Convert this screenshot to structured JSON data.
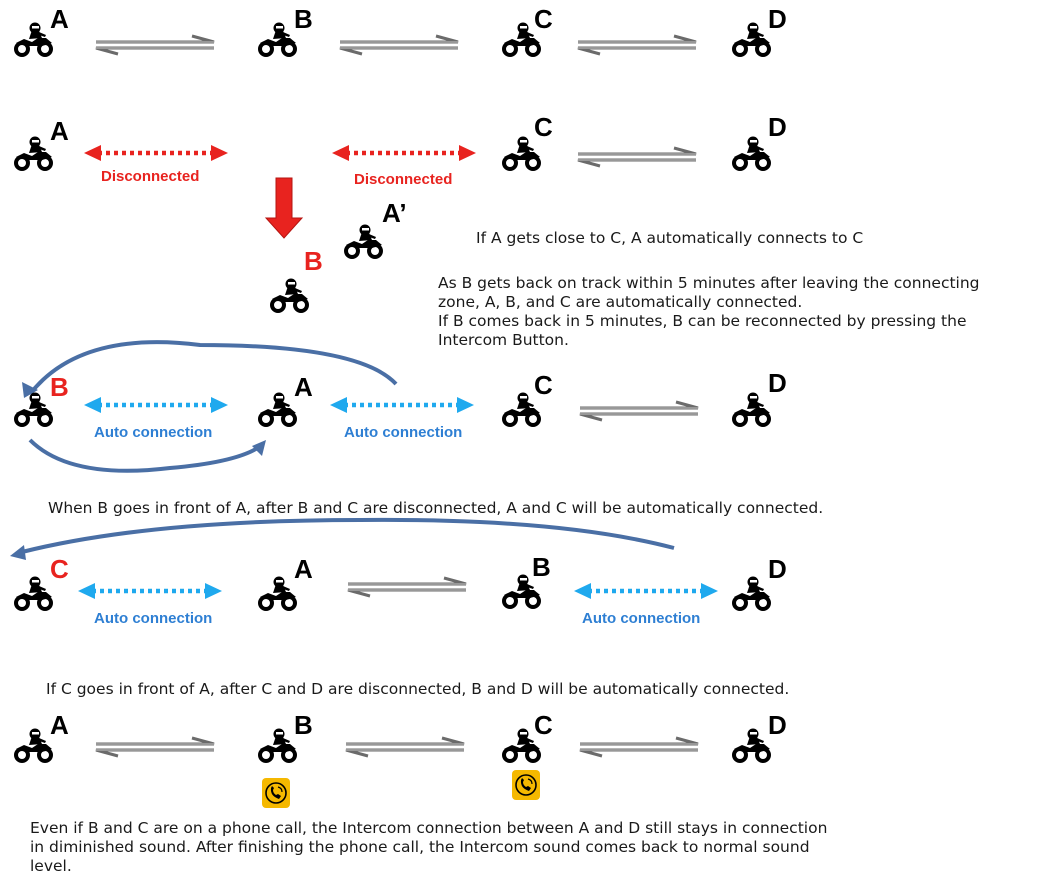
{
  "riders": {
    "A": "A",
    "B": "B",
    "C": "C",
    "D": "D",
    "A_prime": "A’"
  },
  "labels": {
    "disconnected": "Disconnected",
    "auto_connection": "Auto connection"
  },
  "captions": {
    "a_close_to_c": "If A gets close to C, A automatically connects to C",
    "b_back_on_track": "As B gets back on track within 5 minutes after leaving the connecting\nzone, A, B, and C are automatically connected.\nIf B comes back in 5 minutes, B can be reconnected by pressing the\nIntercom Button.",
    "b_in_front": "When B goes in front of A, after B and C are disconnected, A and C will be automatically connected.",
    "c_in_front": "If C goes in front of A, after C and D are disconnected, B and D will be automatically connected.",
    "phone_call": "Even if B and C are on a phone call, the Intercom connection between A and D still stays in connection\nin diminished sound. After finishing the phone call, the Intercom sound comes back to normal sound\nlevel."
  },
  "icons": {
    "motorcycle": "motorcycle-icon",
    "phone": "phone-icon",
    "link": "double-arrow-icon"
  },
  "colors": {
    "disconnected": "#e8231f",
    "auto_connection": "#2e7fd3",
    "auto_arrow": "#1fa9ee",
    "curve": "#4a6fa5",
    "link": "#6b6b6b",
    "phone_bg": "#f5b800",
    "highlight_letter": "#e8231f"
  }
}
